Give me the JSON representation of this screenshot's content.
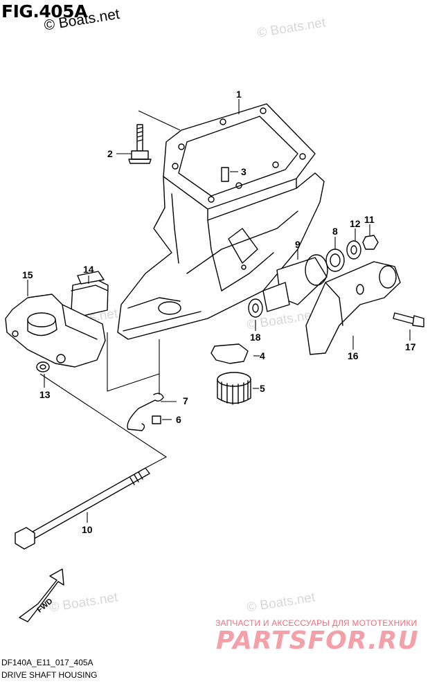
{
  "figure": {
    "title": "FIG.405A",
    "copyright": "© Boats.net",
    "watermark": "© Boats.net",
    "code": "DF140A_E11_017_405A",
    "section": "DRIVE SHAFT HOUSING"
  },
  "direction_arrow": "FWD",
  "callouts": [
    "1",
    "2",
    "3",
    "4",
    "5",
    "6",
    "7",
    "8",
    "9",
    "10",
    "11",
    "12",
    "13",
    "14",
    "15",
    "16",
    "17",
    "18"
  ],
  "brand": {
    "tagline": "ЗАПЧАСТИ И АКСЕССУАРЫ ДЛЯ МОТОТЕХНИКИ",
    "logo": "PARTSFOR.RU",
    "color": "#f5a0a8"
  }
}
